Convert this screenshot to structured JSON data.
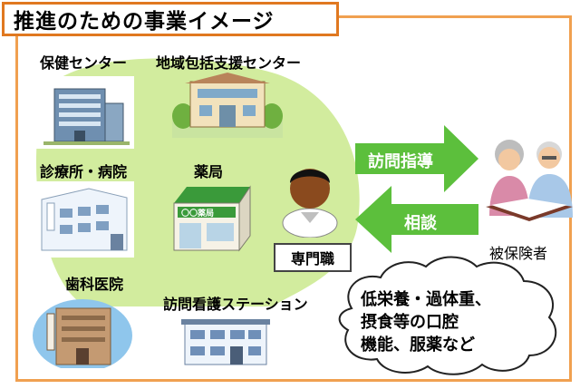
{
  "title": "推進のための事業イメージ",
  "facilities": {
    "health_center": "保健センター",
    "community_support": "地域包括支援センター",
    "clinic_hospital": "診療所・病院",
    "pharmacy": "薬局",
    "dental": "歯科医院",
    "home_nursing": "訪問看護ステーション"
  },
  "signs": {
    "pharmacy_sign": "〇〇薬局"
  },
  "professional": "専門職",
  "arrows": {
    "to_insured": "訪問指導",
    "from_insured": "相談"
  },
  "insured": "被保険者",
  "cloud_lines": [
    "低栄養・過体重、",
    "摂食等の口腔",
    "機能、服薬など"
  ],
  "colors": {
    "frame": "#f0a050",
    "title_border": "#e07820",
    "green_area": "#d2ec9e",
    "arrow": "#5cbf3c",
    "roof_green": "#3a9a3a"
  }
}
